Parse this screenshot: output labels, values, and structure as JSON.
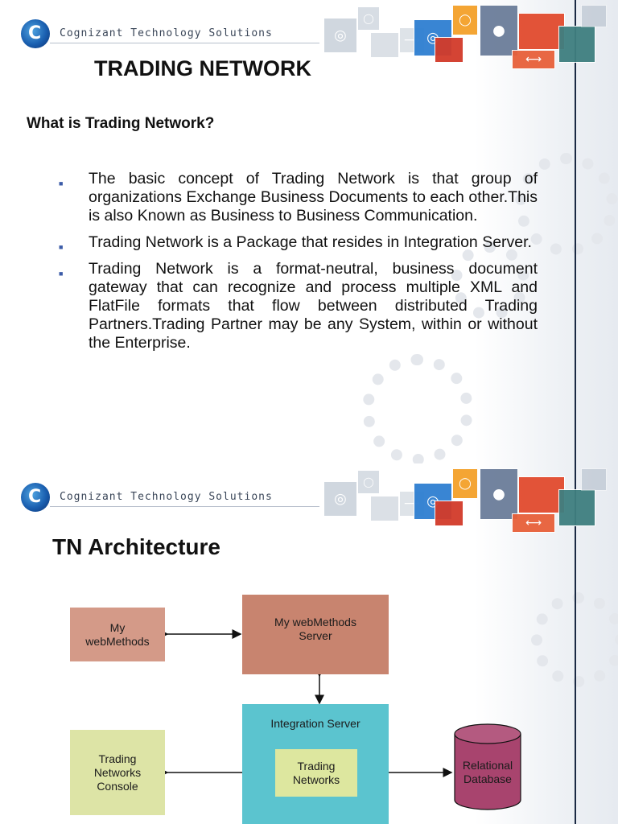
{
  "header": {
    "company_name": "Cognizant  Technology  Solutions",
    "logo_letter": "C"
  },
  "slide1": {
    "title": "TRADING NETWORK",
    "question": "What is Trading Network?",
    "bullets": [
      "The basic concept of Trading Network is that  group of organizations Exchange Business Documents to each other.This is also Known as Business to Business Communication.",
      "Trading Network is a Package that resides in  Integration Server.",
      "Trading  Network  is a format-neutral, business document gateway that can  recognize and process multiple XML and FlatFile formats that flow between distributed  Trading Partners.Trading Partner may be any System, within or without the Enterprise."
    ]
  },
  "slide2": {
    "title": "TN Architecture",
    "diagram": {
      "my_webmethods": "My webMethods",
      "my_webmethods_server": "My webMethods Server",
      "integration_server": "Integration Server",
      "trading_networks": "Trading Networks",
      "trading_networks_console": "Trading Networks Console",
      "relational_database": "Relational Database"
    }
  },
  "colors": {
    "my_webmethods_box": "#d49a88",
    "server_box": "#c8846f",
    "integration_server_box": "#5bc4cf",
    "trading_networks_box": "#dde79f",
    "console_box": "#dde4a6",
    "database": "#a8446e",
    "navy_line": "#1b2a44"
  }
}
